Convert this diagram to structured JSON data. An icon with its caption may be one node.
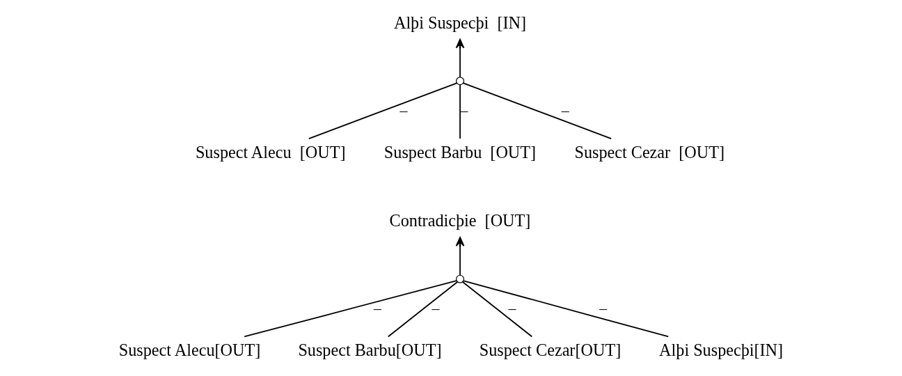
{
  "diagram": {
    "nodes": [
      {
        "text": [
          "Alþi Suspecþi  [IN]"
        ]
      },
      {
        "text": [],
        "shape": "circle"
      },
      {
        "text": [
          "Suspect Alecu  [OUT]"
        ]
      },
      {
        "text": [
          "Suspect Barbu  [OUT]"
        ]
      },
      {
        "text": [
          "Suspect Cezar  [OUT]"
        ]
      },
      {
        "text": [
          "Contradicþie  [OUT]"
        ]
      },
      {
        "text": [],
        "shape": "circle"
      },
      {
        "text": [
          "Suspect Alecu[OUT]"
        ]
      },
      {
        "text": [
          "Suspect Barbu[OUT]"
        ]
      },
      {
        "text": [
          "Suspect Cezar[OUT]"
        ]
      },
      {
        "text": [
          "Alþi Suspecþi[IN]"
        ]
      }
    ],
    "edges": [
      {
        "from": 2,
        "to": 1,
        "arrow": "none",
        "label": "–"
      },
      {
        "from": 3,
        "to": 1,
        "arrow": "none",
        "label": "–"
      },
      {
        "from": 4,
        "to": 1,
        "arrow": "none",
        "label": "–"
      },
      {
        "from": 1,
        "to": 0,
        "arrow": "to"
      },
      {
        "from": 7,
        "to": 6,
        "arrow": "none",
        "label": "–"
      },
      {
        "from": 8,
        "to": 6,
        "arrow": "none",
        "label": "–"
      },
      {
        "from": 9,
        "to": 6,
        "arrow": "none",
        "label": "–"
      },
      {
        "from": 10,
        "to": 6,
        "arrow": "none",
        "label": "–"
      },
      {
        "from": 6,
        "to": 5,
        "arrow": "to"
      }
    ]
  }
}
